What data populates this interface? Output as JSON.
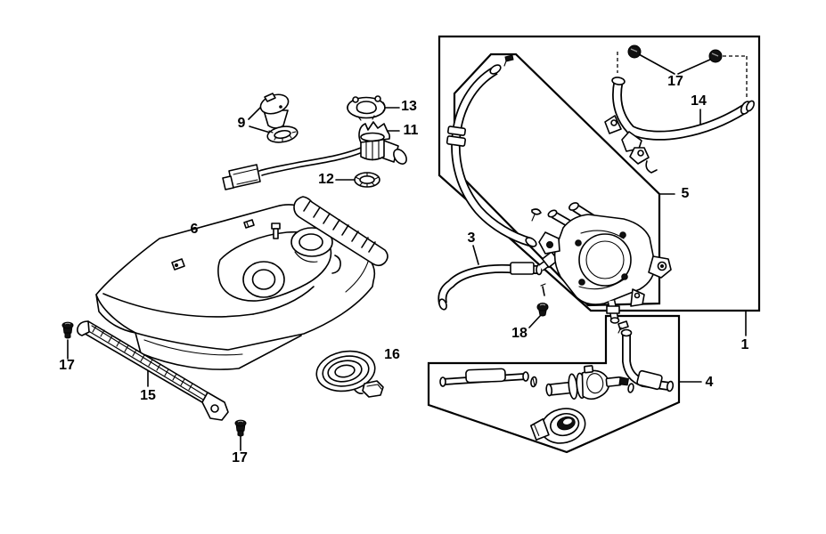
{
  "diagram": {
    "background_color": "#ffffff",
    "line_color": "#000000",
    "callouts": {
      "p1": "1",
      "p3": "3",
      "p4": "4",
      "p5": "5",
      "p6": "6",
      "p9": "9",
      "p11": "11",
      "p12": "12",
      "p13": "13",
      "p14": "14",
      "p15": "15",
      "p16": "16",
      "p17_top": "17",
      "p17_left": "17",
      "p17_bottom": "17",
      "p18": "18"
    }
  }
}
